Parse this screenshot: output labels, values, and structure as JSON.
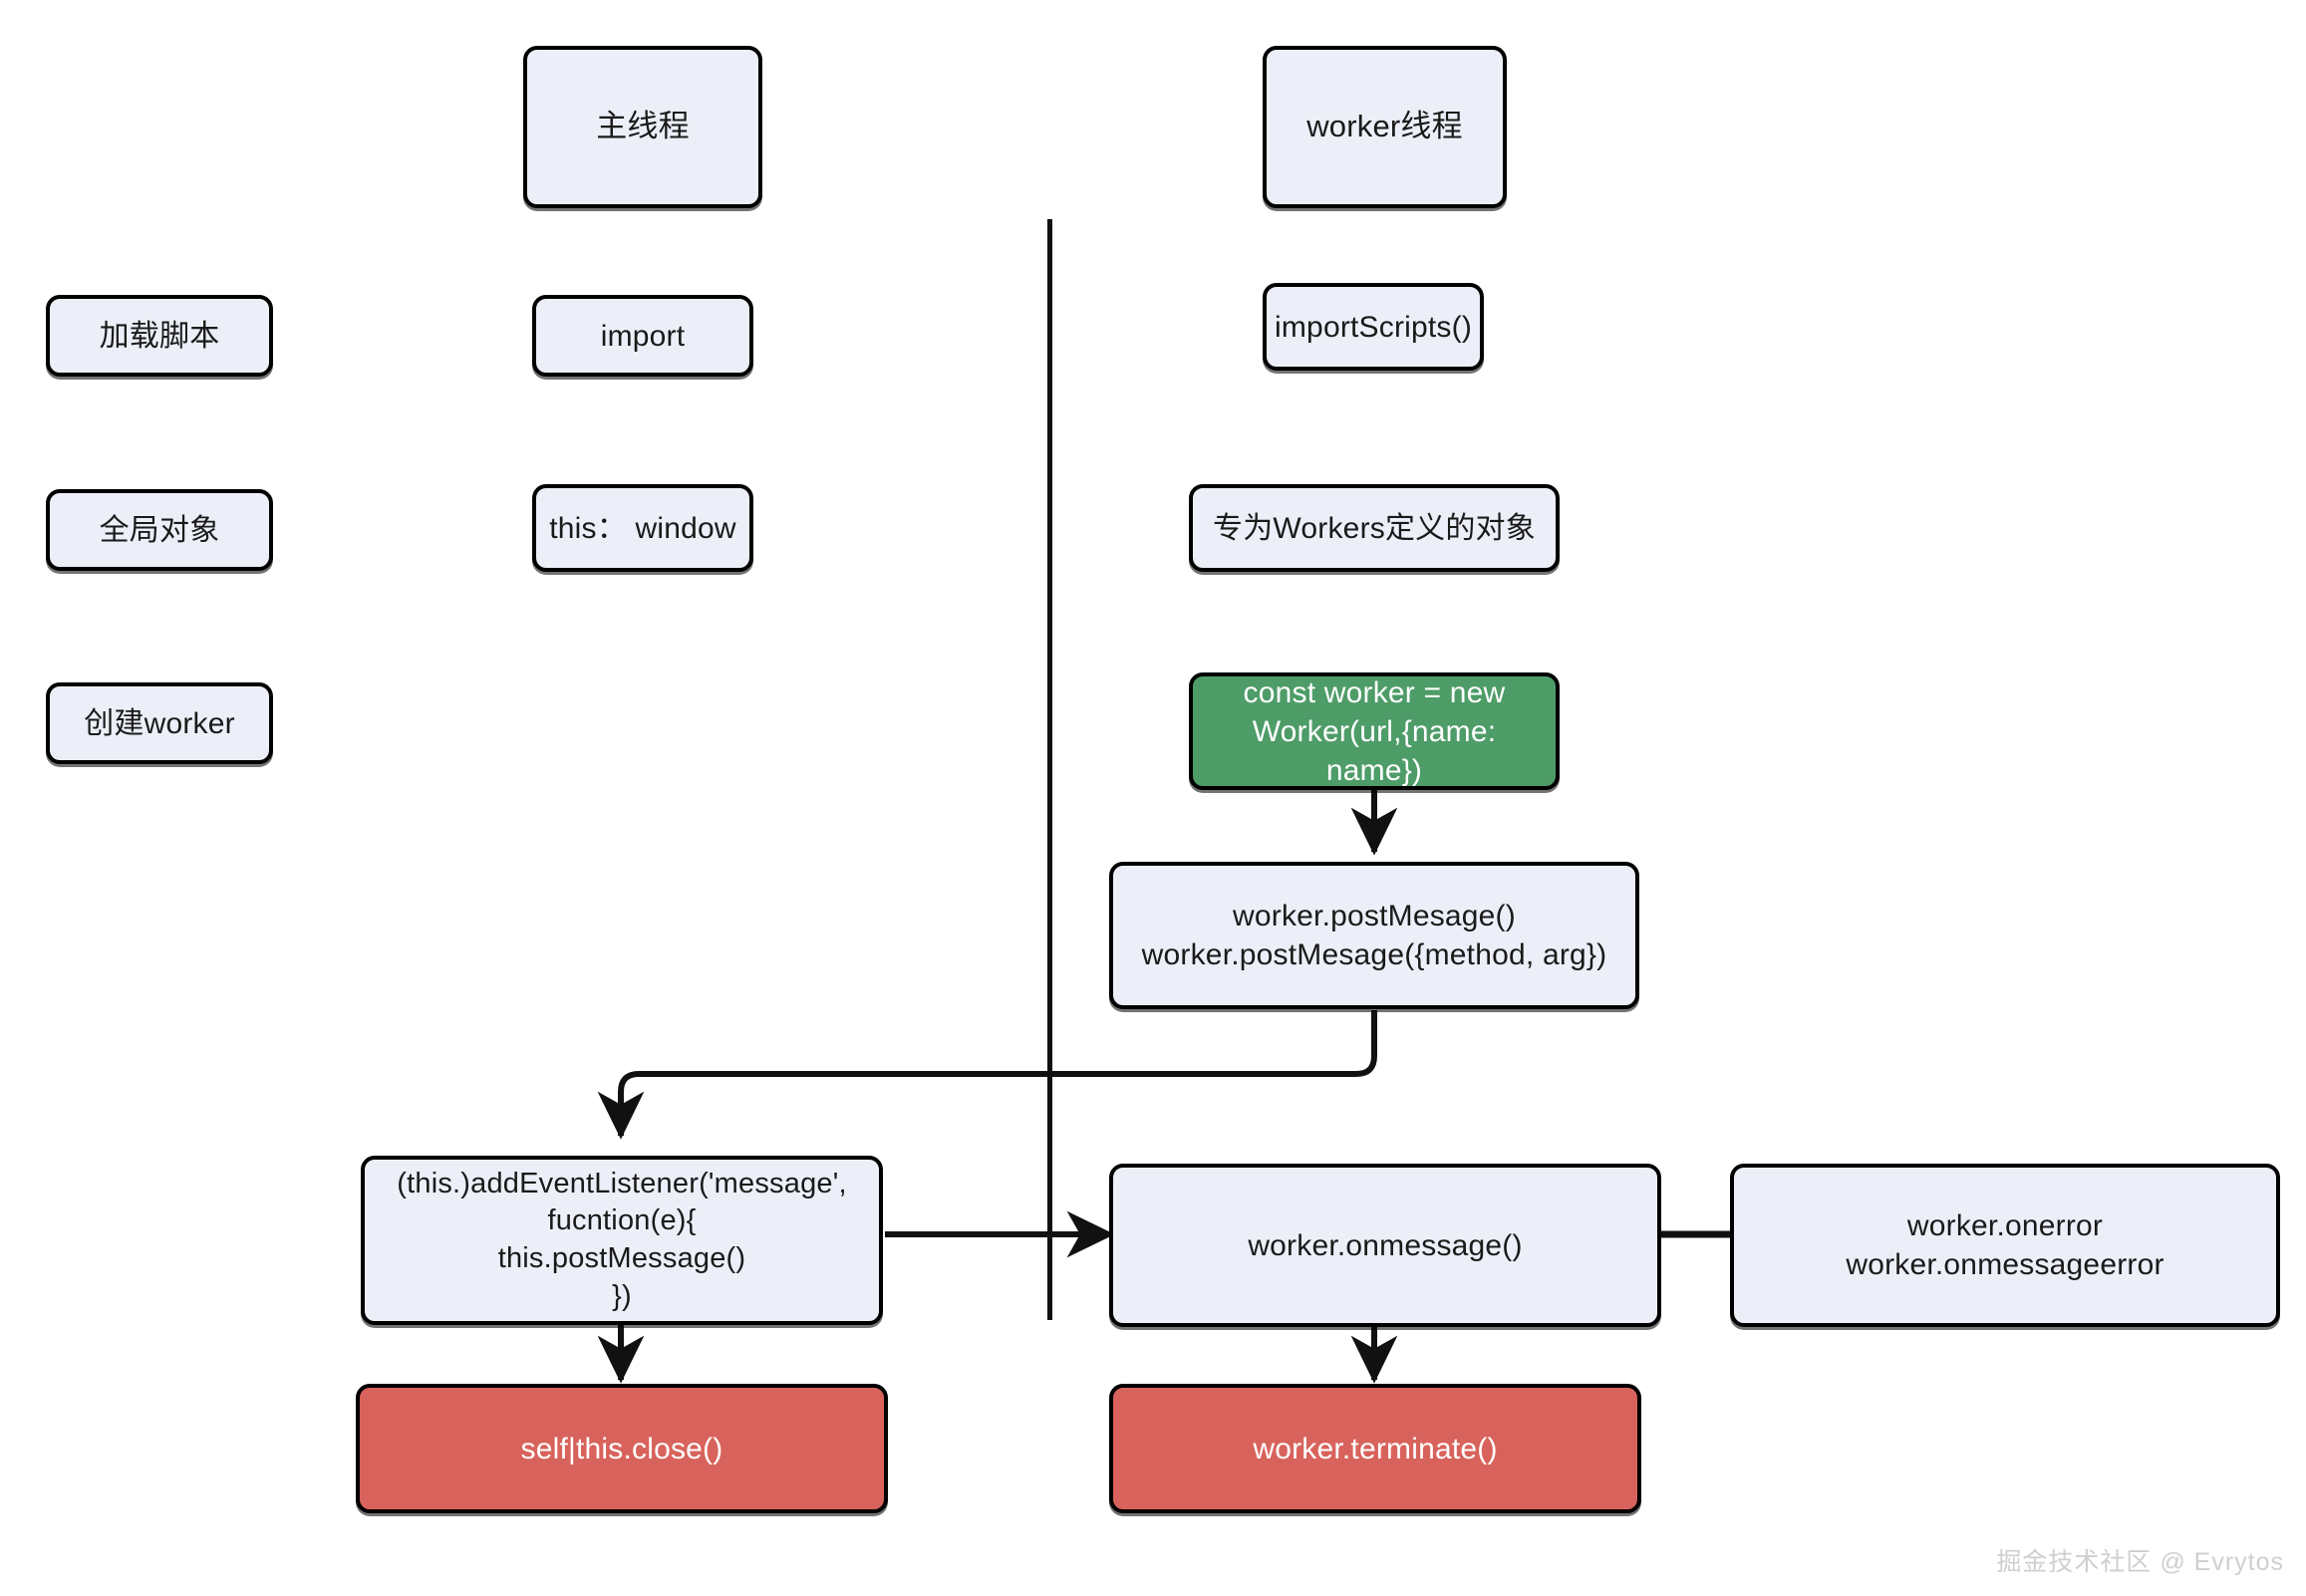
{
  "diagram": {
    "title_main_thread": "主线程",
    "title_worker_thread": "worker线程",
    "watermark": "掘金技术社区 @ Evrytos",
    "colors": {
      "node_fill": "#eceff8",
      "node_border": "#000000",
      "green_fill": "#4e9c68",
      "red_fill": "#d8635c",
      "line": "#111111",
      "watermark_text": "#cfcfcf"
    },
    "nodes": {
      "main_thread": {
        "label": "主线程",
        "kind": "header"
      },
      "worker_thread": {
        "label": "worker线程",
        "kind": "header"
      },
      "load_script": {
        "label": "加载脚本",
        "kind": "row-label"
      },
      "global_object": {
        "label": "全局对象",
        "kind": "row-label"
      },
      "create_worker": {
        "label": "创建worker",
        "kind": "row-label"
      },
      "import": {
        "label": "import",
        "kind": "plain"
      },
      "import_scripts": {
        "label": "importScripts()",
        "kind": "plain"
      },
      "this_window": {
        "label": "this： window",
        "kind": "plain"
      },
      "workers_object": {
        "label": "专为Workers定义的对象",
        "kind": "plain"
      },
      "const_worker": {
        "label": "const worker = new Worker(url,{name: name})",
        "kind": "green"
      },
      "post_message": {
        "label": "worker.postMesage()\nworker.postMesage({method, arg})",
        "kind": "plain"
      },
      "add_event_listener": {
        "label": "(this.)addEventListener('message',\nfucntion(e){\nthis.postMessage()\n})",
        "kind": "plain"
      },
      "onmessage": {
        "label": "worker.onmessage()",
        "kind": "plain"
      },
      "onerror": {
        "label": "worker.onerror\nworker.onmessageerror",
        "kind": "plain"
      },
      "self_close": {
        "label": "self|this.close()",
        "kind": "red"
      },
      "worker_terminate": {
        "label": "worker.terminate()",
        "kind": "red"
      }
    },
    "edges": [
      {
        "from": "const_worker",
        "to": "post_message",
        "style": "arrow-down"
      },
      {
        "from": "post_message",
        "to": "add_event_listener",
        "style": "elbow-left-down-arrow"
      },
      {
        "from": "add_event_listener",
        "to": "onmessage",
        "style": "arrow-right"
      },
      {
        "from": "onmessage",
        "to": "onerror",
        "style": "line-right"
      },
      {
        "from": "add_event_listener",
        "to": "self_close",
        "style": "arrow-down"
      },
      {
        "from": "onmessage",
        "to": "worker_terminate",
        "style": "arrow-down"
      }
    ]
  }
}
